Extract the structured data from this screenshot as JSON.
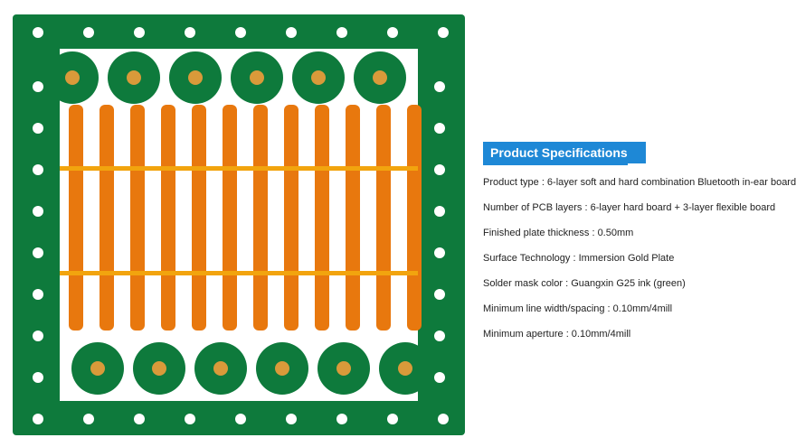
{
  "specs": {
    "title": "Product Specifications",
    "items": [
      "Product type : 6-layer soft and hard combination Bluetooth in-ear board",
      "Number of PCB layers : 6-layer hard board + 3-layer flexible board",
      "Finished plate thickness : 0.50mm",
      "Surface Technology : Immersion Gold Plate",
      "Solder mask color : Guangxin G25 ink (green)",
      "Minimum line width/spacing : 0.10mm/4mill",
      "Minimum aperture : 0.10mm/4mill"
    ]
  },
  "colors": {
    "board_green": "#0e7a3c",
    "flex_orange": "#e8780e",
    "gold_pad": "#d99a3a",
    "accent_blue": "#1e88d6"
  }
}
